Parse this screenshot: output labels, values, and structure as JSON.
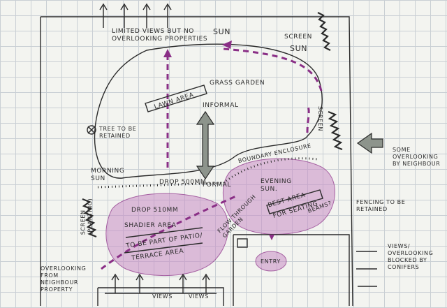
{
  "sketch": {
    "labels": {
      "limited_views": "LIMITED VIEWS BUT NO\nOVERLOOKING PROPERTIES",
      "sun_top": "SUN",
      "sun_right": "SUN",
      "screen_top": "SCREEN",
      "lawn_area": "LAWN AREA",
      "grass_garden": "GRASS GARDEN",
      "informal": "INFORMAL",
      "tree_retained": "TREE TO BE\nRETAINED",
      "morning_sun": "MORNING\nSUN",
      "drop": "DROP 500mm",
      "formal": "FORMAL",
      "boundary_enclosure": "BOUNDARY ENCLOSURE",
      "screen_right": "SCREEN",
      "evening_sun": "EVENING\nSUN.",
      "best_area": "BEST AREA",
      "for_seating": "FOR SEATING",
      "beams": "BEAMS?",
      "some_overlooking": "SOME\nOVERLOOKING\nBY NEIGHBOUR",
      "fencing": "FENCING TO BE\nRETAINED",
      "screen_planting": "SCREEN\n(PLANTING)",
      "drop_510": "DROP 510mm",
      "shadier_area": "SHADIER AREA",
      "patio_part": "TO BE PART OF PATIO/",
      "terrace_area": "TERRACE AREA",
      "flow_garden": "FLOW THROUGH\nGARDEN",
      "entry": "ENTRY",
      "views_blocked": "VIEWS/\nOVERLOOKING\nBLOCKED BY\nCONIFERS",
      "overlooking_neighbour": "OVERLOOKING\nFROM\nNEIGHBOUR\nPROPERTY",
      "views_1": "VIEWS",
      "views_2": "VIEWS"
    },
    "colors": {
      "ink": "#2a2a2a",
      "magenta": "#8a2f86",
      "wash": "#c68cc4",
      "grey_arrow": "#8d948c"
    }
  }
}
